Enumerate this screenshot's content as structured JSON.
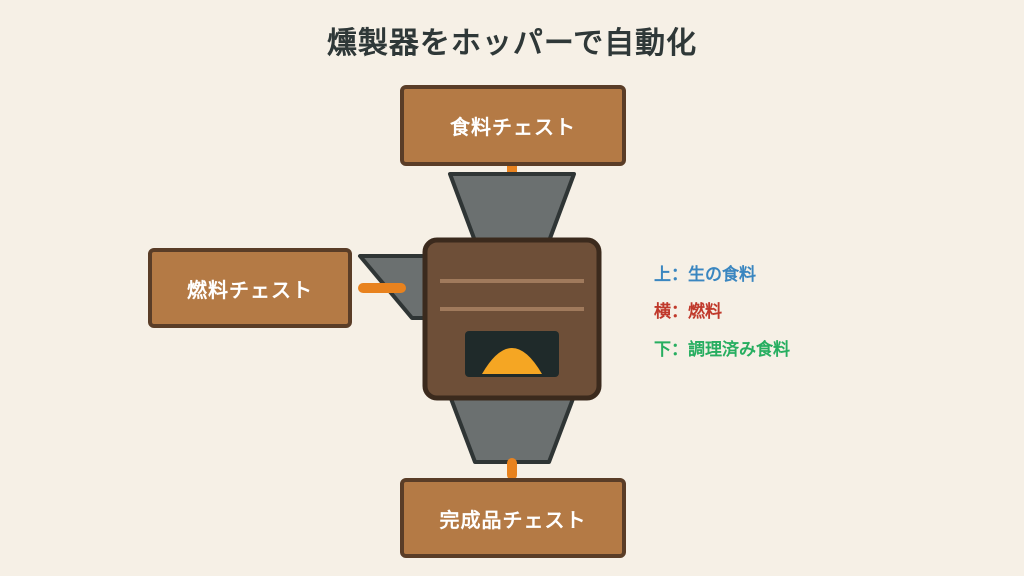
{
  "title": "燻製器をホッパーで自動化",
  "chests": {
    "top": "食料チェスト",
    "side": "燃料チェスト",
    "bottom": "完成品チェスト"
  },
  "legend": [
    {
      "text": "上：生の食料",
      "color": "#3a86c0"
    },
    {
      "text": "横：燃料",
      "color": "#c0392b"
    },
    {
      "text": "下：調理済み食料",
      "color": "#27ae60"
    }
  ],
  "colors": {
    "background": "#f6f0e6",
    "chest_fill": "#b47a45",
    "chest_border": "#5a3d27",
    "hopper": "#6b7070",
    "hopper_border": "#2f3535",
    "connector": "#e8821e",
    "smoker_body": "#6e4f38",
    "smoker_border": "#3b2a1d",
    "flame": "#f5a623"
  }
}
